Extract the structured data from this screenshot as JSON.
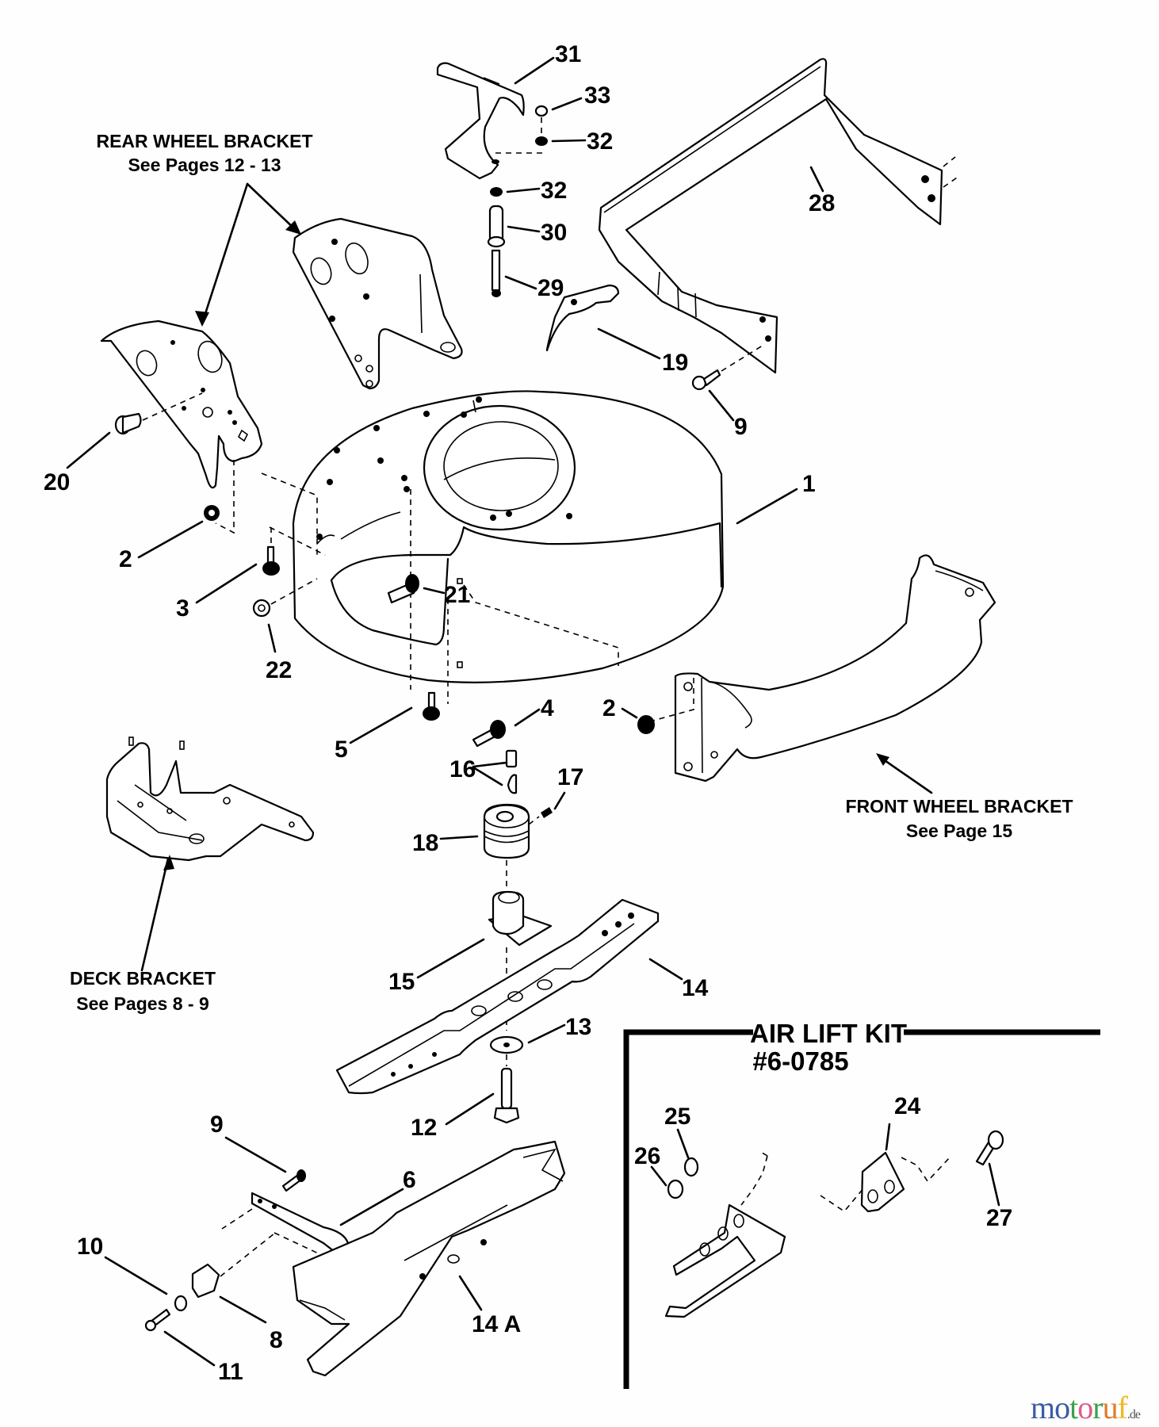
{
  "diagram": {
    "title": "Mower deck exploded parts diagram",
    "references": {
      "rear_wheel_bracket": {
        "label": "REAR WHEEL BRACKET",
        "note": "See Pages 12 - 13"
      },
      "front_wheel_bracket": {
        "label": "FRONT WHEEL BRACKET",
        "note": "See Page 15"
      },
      "deck_bracket": {
        "label": "DECK BRACKET",
        "note": "See Pages 8 - 9"
      }
    },
    "air_lift_kit": {
      "label": "AIR LIFT KIT",
      "part_number": "#6-0785"
    },
    "callouts": {
      "c31": "31",
      "c33": "33",
      "c32a": "32",
      "c32b": "32",
      "c30": "30",
      "c29": "29",
      "c28": "28",
      "c19": "19",
      "c9a": "9",
      "c20": "20",
      "c1": "1",
      "c2a": "2",
      "c3": "3",
      "c21": "21",
      "c22": "22",
      "c5": "5",
      "c4": "4",
      "c2b": "2",
      "c16": "16",
      "c17": "17",
      "c18": "18",
      "c15": "15",
      "c14": "14",
      "c13": "13",
      "c12": "12",
      "c9b": "9",
      "c6": "6",
      "c10": "10",
      "c8": "8",
      "c14a": "14 A",
      "c11": "11",
      "c24": "24",
      "c25": "25",
      "c26": "26",
      "c27": "27"
    }
  },
  "watermark": {
    "letters": [
      "m",
      "o",
      "t",
      "o",
      "r",
      "u",
      "f"
    ],
    "colors": [
      "#3b5ba8",
      "#3b5ba8",
      "#3aa04a",
      "#e05a8a",
      "#3aa04a",
      "#e07a2a",
      "#f0b820"
    ],
    "tld": ".de"
  }
}
